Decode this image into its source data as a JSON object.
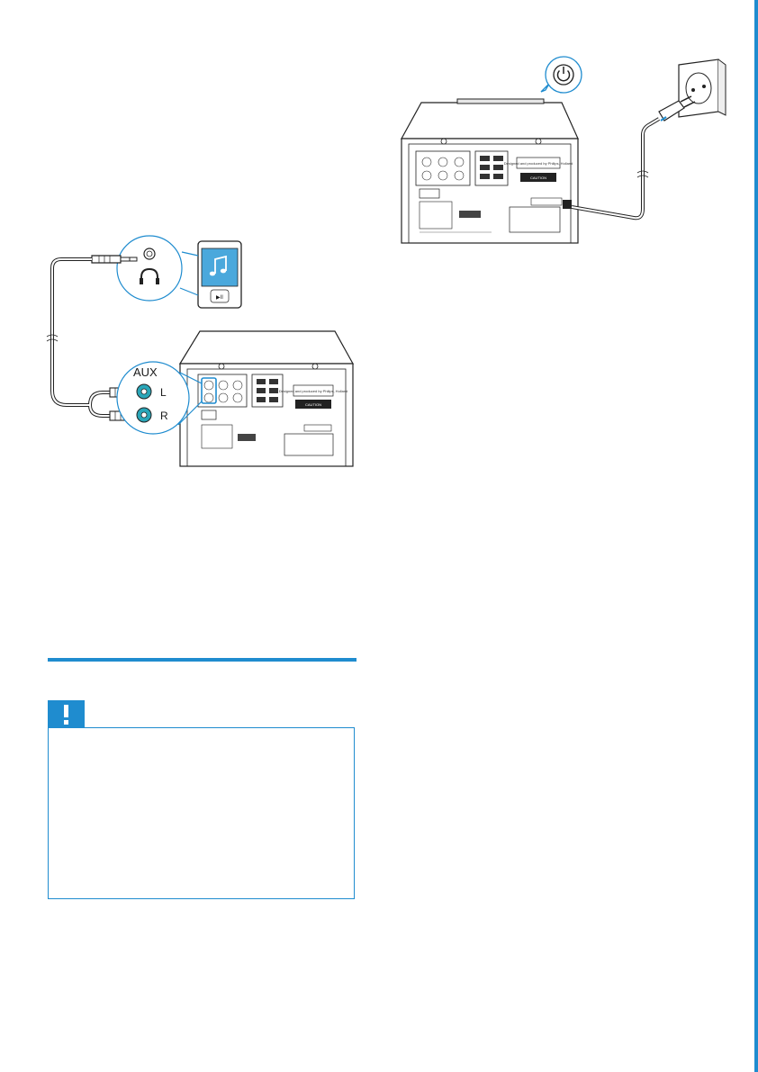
{
  "diagram_aux": {
    "aux_label": "AUX",
    "left_label": "L",
    "right_label": "R",
    "device_button_label": "▶II",
    "sticker_text": "Designed and produced by Philips, Holland",
    "caution_text": "CAUTION"
  },
  "diagram_power": {
    "sticker_text": "Designed and produced by Philips, Holland",
    "caution_text": "CAUTION"
  },
  "colors": {
    "accent": "#1f8ccf",
    "jack_teal": "#2aa6b8",
    "screen_blue": "#4aa8dc"
  },
  "icons": {
    "power_bubble": "power-icon",
    "caution_flag": "exclamation-icon",
    "headphone_port": "headphones-icon",
    "device_screen": "music-note-icon",
    "wall_outlet": "power-outlet-icon"
  }
}
